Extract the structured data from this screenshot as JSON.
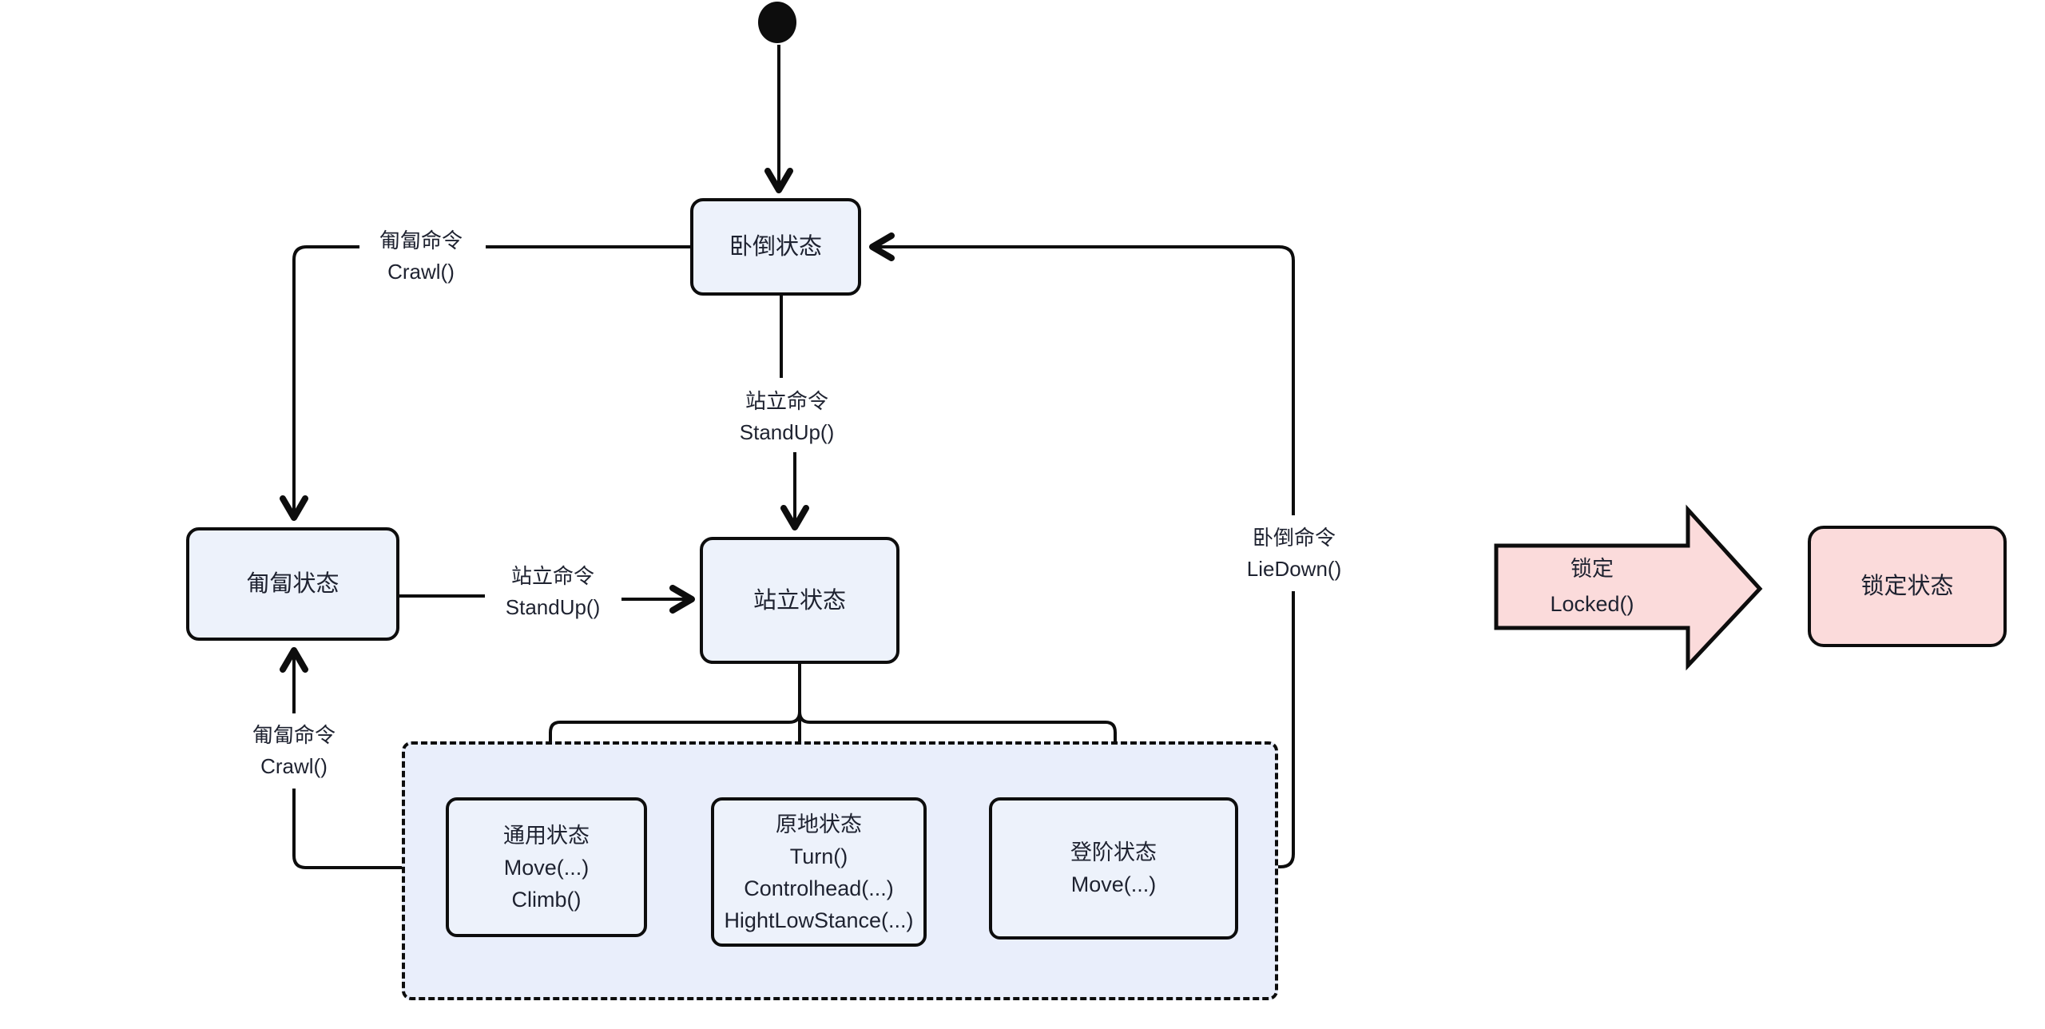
{
  "diagram": {
    "colors": {
      "node_fill": "#edf2fb",
      "pink_fill": "#fbdbdb",
      "container_fill": "#e9eefb",
      "line": "#0d0d0d",
      "text": "#1e2230",
      "background": "#ffffff"
    },
    "nodes": {
      "lie_down": {
        "label": "卧倒状态"
      },
      "crawl": {
        "label": "匍匐状态"
      },
      "stand": {
        "label": "站立状态"
      },
      "general": {
        "title": "通用状态",
        "methods": [
          "Move(...)",
          "Climb()"
        ]
      },
      "in_place": {
        "title": "原地状态",
        "methods": [
          "Turn()",
          "Controlhead(...)",
          "HightLowStance(...)"
        ]
      },
      "stairs": {
        "title": "登阶状态",
        "methods": [
          "Move(...)"
        ]
      },
      "locked": {
        "label": "锁定状态"
      }
    },
    "edge_labels": {
      "crawl_top": {
        "line1": "匍匐命令",
        "line2": "Crawl()"
      },
      "standup_vertical": {
        "line1": "站立命令",
        "line2": "StandUp()"
      },
      "standup_horizontal": {
        "line1": "站立命令",
        "line2": "StandUp()"
      },
      "crawl_bottom": {
        "line1": "匍匐命令",
        "line2": "Crawl()"
      },
      "liedown": {
        "line1": "卧倒命令",
        "line2": "LieDown()"
      },
      "locked_arrow": {
        "line1": "锁定",
        "line2": "Locked()"
      }
    }
  }
}
